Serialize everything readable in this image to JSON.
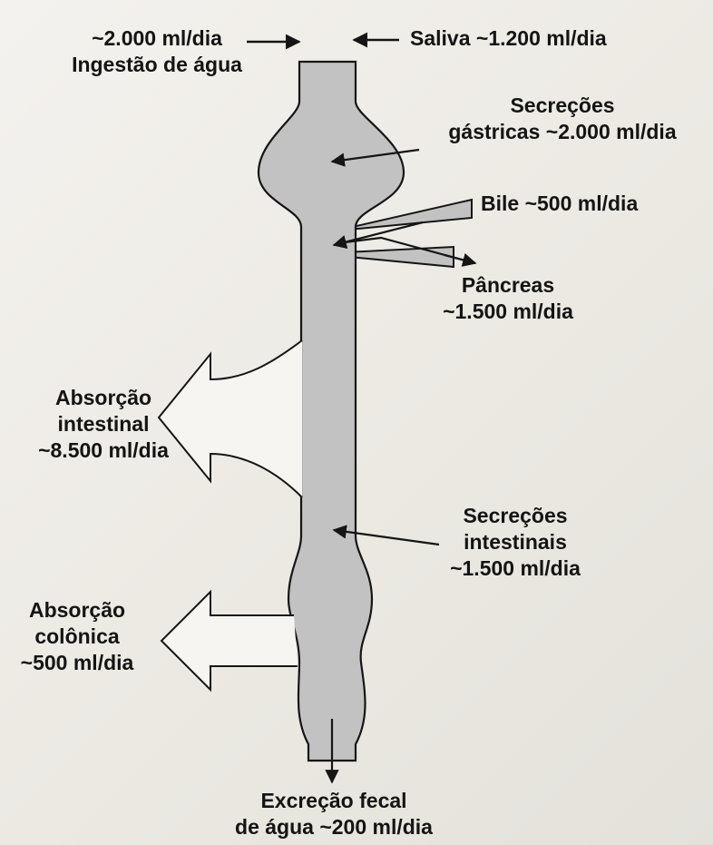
{
  "labels": {
    "water_intake_amount": "~2.000 ml/dia",
    "water_intake_title": "Ingestão de água",
    "saliva": "Saliva ~1.200 ml/dia",
    "gastric_line1": "Secreções",
    "gastric_line2": "gástricas ~2.000 ml/dia",
    "bile": "Bile ~500 ml/dia",
    "pancreas_line1": "Pâncreas",
    "pancreas_line2": "~1.500 ml/dia",
    "intestinal_absorption_line1": "Absorção",
    "intestinal_absorption_line2": "intestinal",
    "intestinal_absorption_line3": "~8.500 ml/dia",
    "intestinal_secretions_line1": "Secreções",
    "intestinal_secretions_line2": "intestinais",
    "intestinal_secretions_line3": "~1.500 ml/dia",
    "colonic_absorption_line1": "Absorção",
    "colonic_absorption_line2": "colônica",
    "colonic_absorption_line3": "~500 ml/dia",
    "fecal_line1": "Excreção fecal",
    "fecal_line2": "de água ~200 ml/dia"
  },
  "colors": {
    "tract_fill": "#c2c2c2",
    "outline": "#151515",
    "background": "#eeebe6"
  }
}
